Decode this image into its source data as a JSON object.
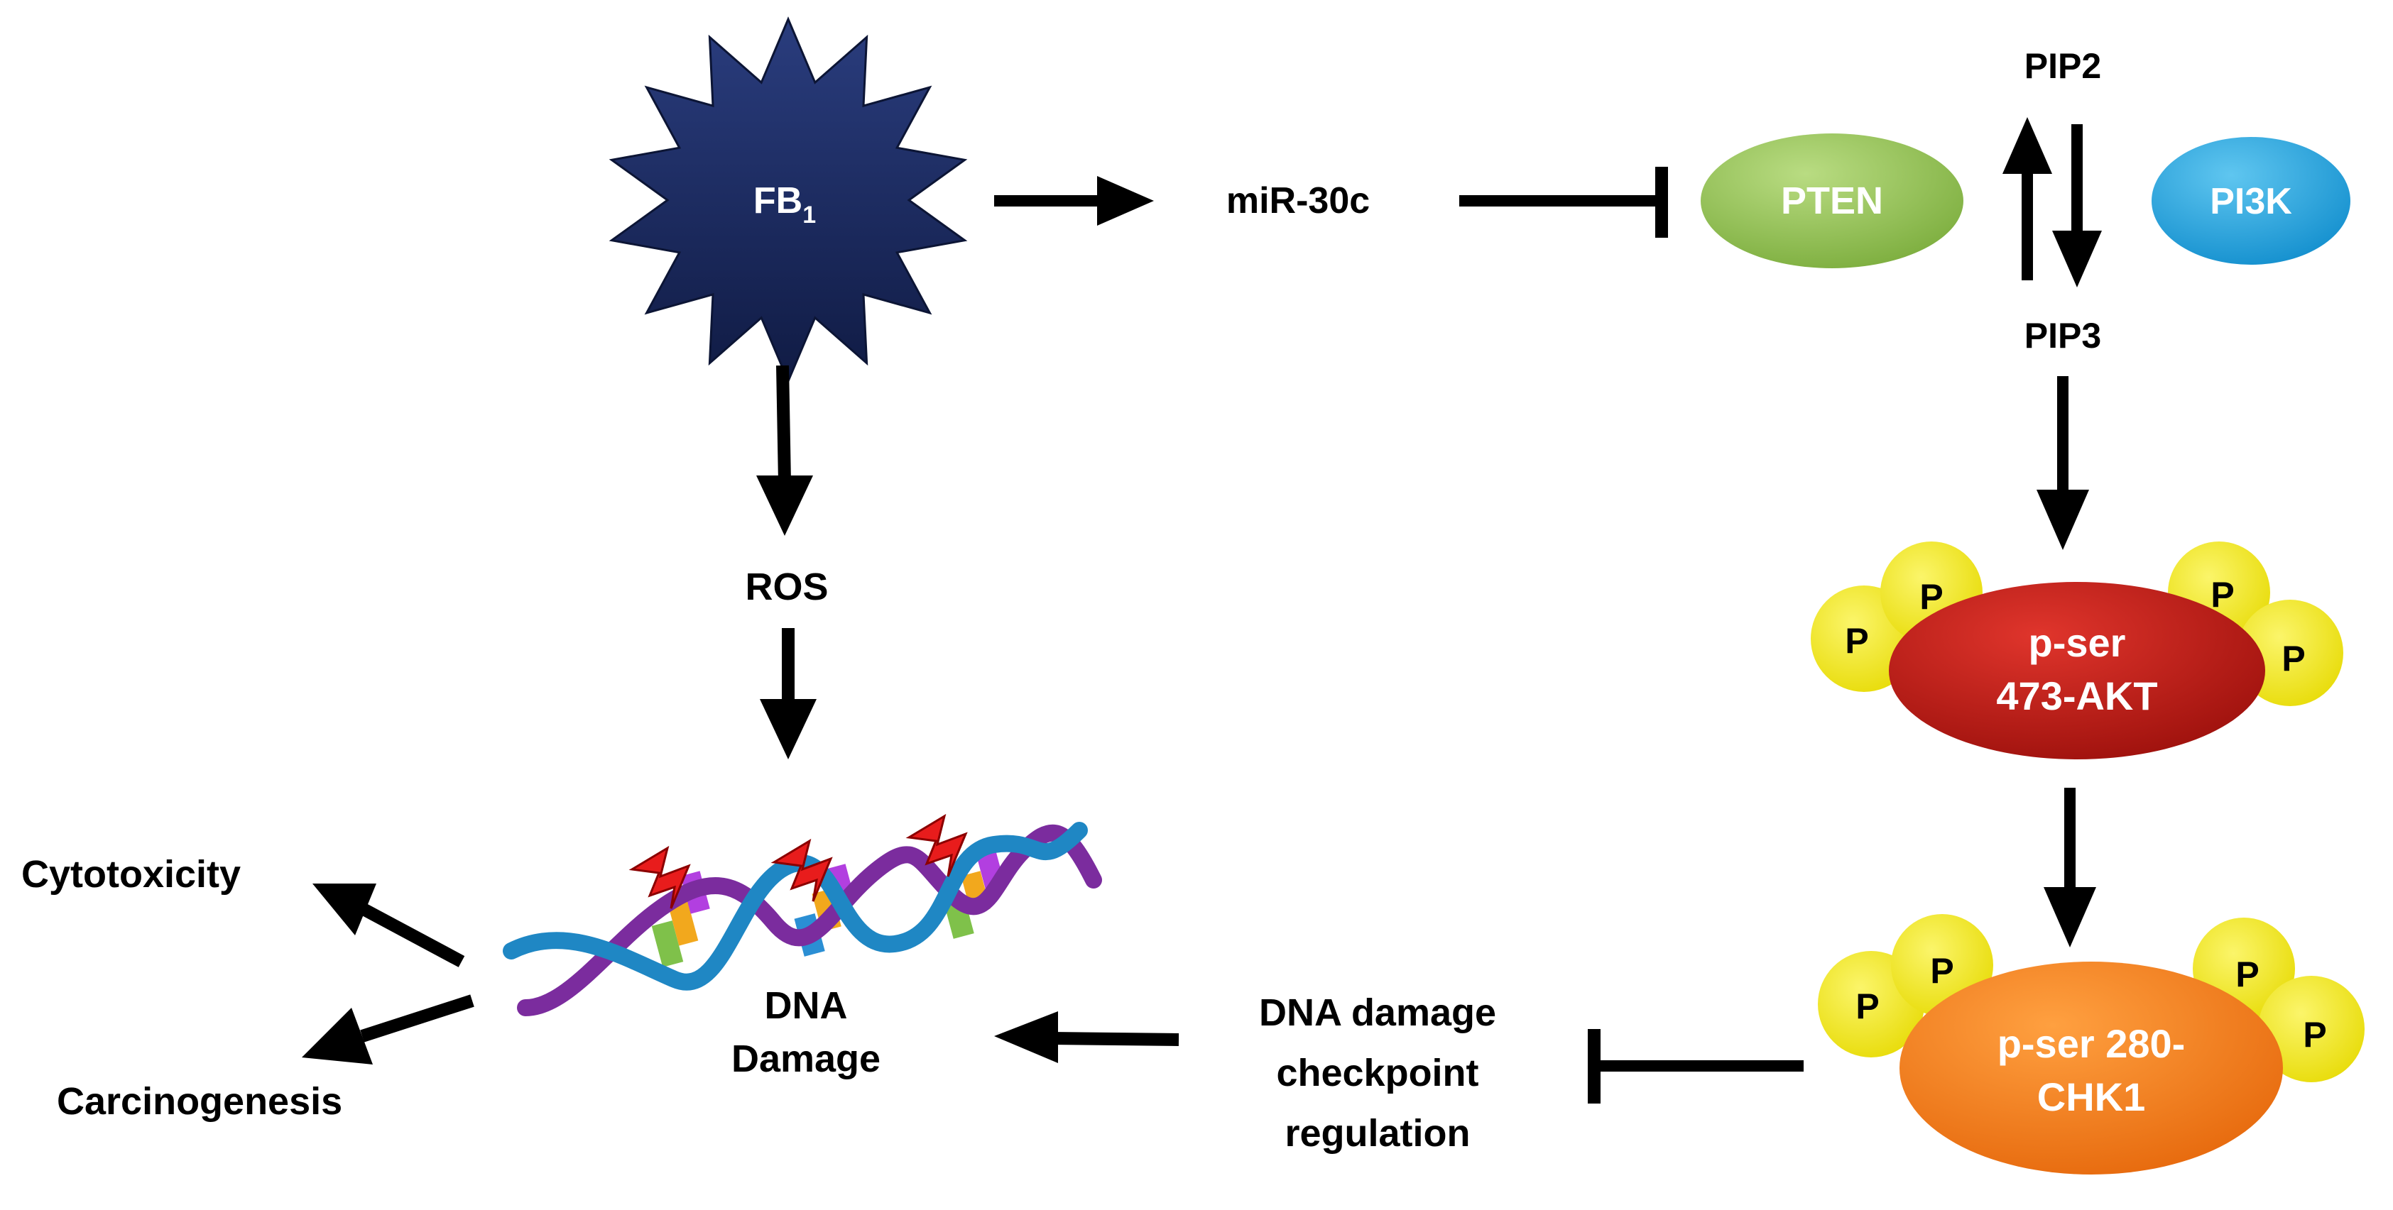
{
  "nodes": {
    "fb1": {
      "label": "FB",
      "subscript": "1"
    },
    "mir30c": {
      "label": "miR-30c"
    },
    "pten": {
      "label": "PTEN"
    },
    "pi3k": {
      "label": "PI3K"
    },
    "pip2": {
      "label": "PIP2"
    },
    "pip3": {
      "label": "PIP3"
    },
    "ros": {
      "label": "ROS"
    },
    "akt": {
      "line1": "p-ser",
      "line2": "473-AKT"
    },
    "chk1": {
      "line1": "p-ser 280-",
      "line2": "CHK1"
    },
    "phospho": {
      "label": "P"
    },
    "dna": {
      "line1": "DNA",
      "line2": "Damage"
    },
    "checkpoint": {
      "line1": "DNA damage",
      "line2": "checkpoint",
      "line3": "regulation"
    },
    "cytotoxicity": {
      "label": "Cytotoxicity"
    },
    "carcinogenesis": {
      "label": "Carcinogenesis"
    }
  },
  "colors": {
    "fb1": "#1b2a5e",
    "pten": "#8dc04c",
    "pi3k": "#1fa3dc",
    "akt": "#c01a14",
    "chk1": "#f07a18",
    "phospho": "#f4ec1a",
    "lightning": "#e81c1c",
    "dna_strand_a": "#1f87c4",
    "dna_strand_b": "#7b2c9e",
    "arrow": "#000000"
  },
  "edges": [
    {
      "from": "FB1",
      "to": "miR-30c",
      "type": "activation"
    },
    {
      "from": "miR-30c",
      "to": "PTEN",
      "type": "inhibition"
    },
    {
      "from": "PIP3",
      "to": "PIP2",
      "type": "activation"
    },
    {
      "from": "PIP2",
      "to": "PIP3",
      "type": "activation"
    },
    {
      "from": "PIP3",
      "to": "p-ser 473-AKT",
      "type": "activation"
    },
    {
      "from": "p-ser 473-AKT",
      "to": "p-ser 280-CHK1",
      "type": "activation"
    },
    {
      "from": "p-ser 280-CHK1",
      "to": "DNA damage checkpoint regulation",
      "type": "inhibition"
    },
    {
      "from": "DNA damage checkpoint regulation",
      "to": "DNA Damage",
      "type": "activation"
    },
    {
      "from": "FB1",
      "to": "ROS",
      "type": "activation"
    },
    {
      "from": "ROS",
      "to": "DNA Damage",
      "type": "activation"
    },
    {
      "from": "DNA Damage",
      "to": "Cytotoxicity",
      "type": "activation"
    },
    {
      "from": "DNA Damage",
      "to": "Carcinogenesis",
      "type": "activation"
    }
  ]
}
